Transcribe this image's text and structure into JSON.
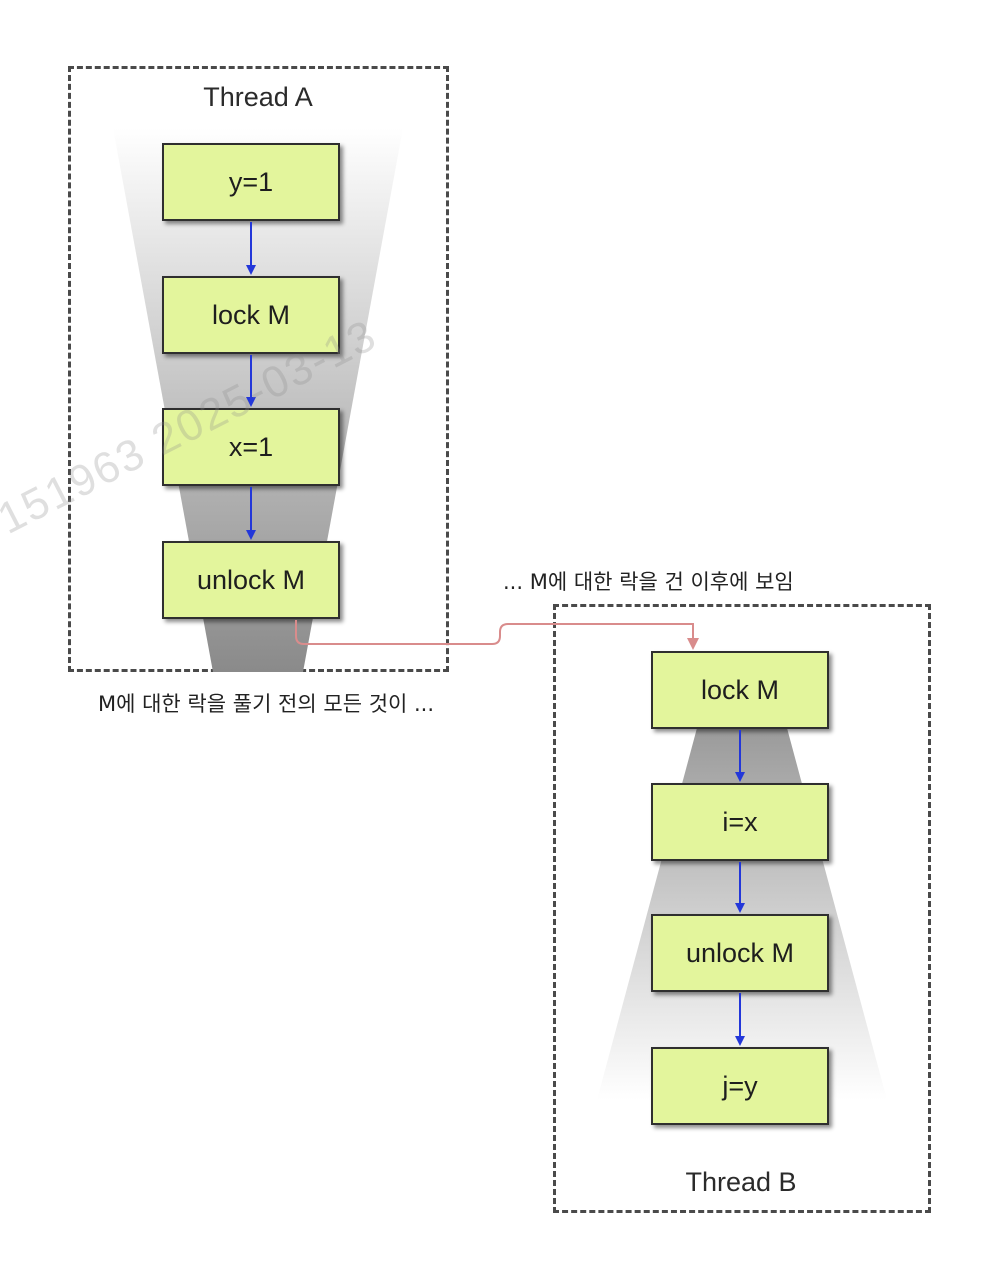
{
  "thread_a": {
    "title": "Thread A",
    "steps": [
      "y=1",
      "lock M",
      "x=1",
      "unlock M"
    ]
  },
  "thread_b": {
    "title": "Thread B",
    "steps": [
      "lock M",
      "i=x",
      "unlock M",
      "j=y"
    ]
  },
  "captions": {
    "before_unlock": "M에 대한 락을 풀기 전의 모든 것이 ...",
    "after_lock": "... M에 대한 락을 건 이후에 보임"
  },
  "watermark": "151963 2025-03-13",
  "colors": {
    "step_fill": "#e3f59c",
    "step_arrow": "#2337d9",
    "sync_arrow": "#d98c8c",
    "frame_border": "#4a4a4a"
  }
}
